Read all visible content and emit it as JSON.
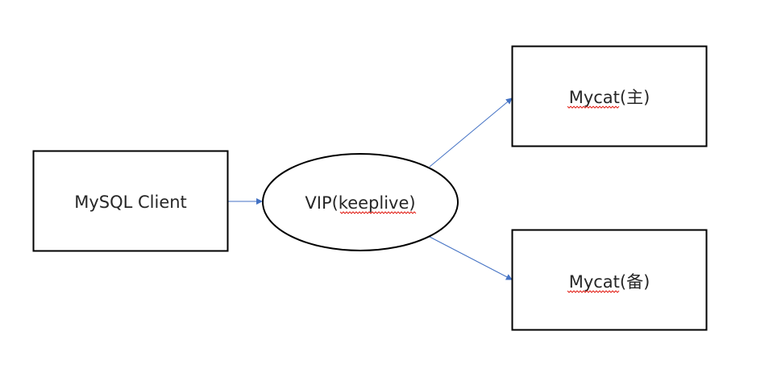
{
  "colors": {
    "node_border": "#000000",
    "node_fill": "#ffffff",
    "text": "#262626",
    "connector": "#4472c4",
    "spellcheck": "#e2231a"
  },
  "nodes": {
    "client": {
      "label": "MySQL Client",
      "shape": "rectangle"
    },
    "vip": {
      "label": "VIP(keeplive)",
      "shape": "ellipse"
    },
    "mycat_master": {
      "label": "Mycat(主)",
      "shape": "rectangle"
    },
    "mycat_backup": {
      "label": "Mycat(备)",
      "shape": "rectangle"
    }
  },
  "edges": [
    {
      "from": "client",
      "to": "vip",
      "arrow": "arrow"
    },
    {
      "from": "vip",
      "to": "mycat_master",
      "arrow": "arrow"
    },
    {
      "from": "vip",
      "to": "mycat_backup",
      "arrow": "arrow"
    }
  ]
}
